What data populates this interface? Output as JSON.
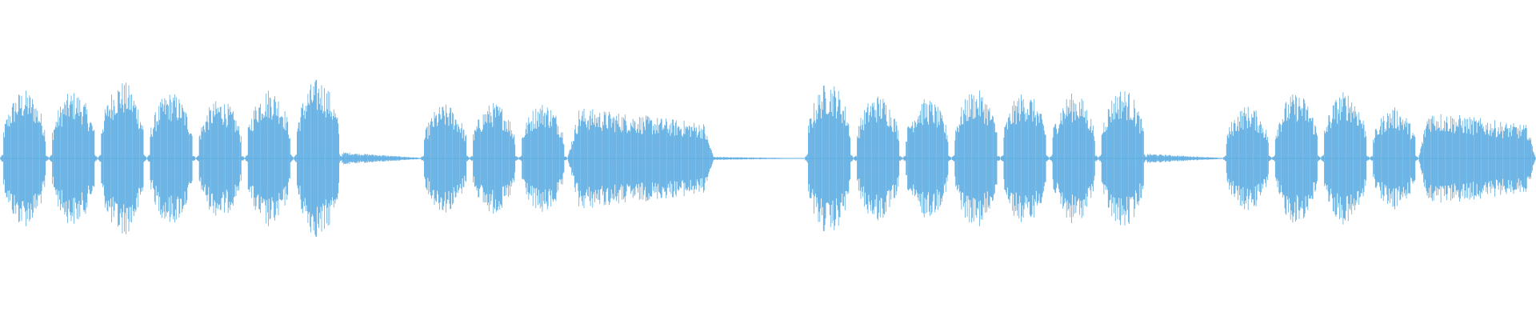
{
  "waveform": {
    "color": "#5dade2",
    "segments": [
      {
        "id": "pulse",
        "amp": 0.86,
        "shape": "pulse",
        "weight": 1
      },
      {
        "id": "pulse",
        "amp": 0.84,
        "shape": "pulse",
        "weight": 1
      },
      {
        "id": "pulse",
        "amp": 0.97,
        "shape": "pulse",
        "weight": 1
      },
      {
        "id": "pulse",
        "amp": 0.83,
        "shape": "pulse",
        "weight": 1
      },
      {
        "id": "pulse",
        "amp": 0.74,
        "shape": "pulse",
        "weight": 1
      },
      {
        "id": "pulse",
        "amp": 0.88,
        "shape": "pulse",
        "weight": 1
      },
      {
        "id": "pulse",
        "amp": 1.0,
        "shape": "pulse",
        "weight": 1
      },
      {
        "id": "tail",
        "amp": 0.08,
        "shape": "tail",
        "weight": 1.6
      },
      {
        "id": "pulse",
        "amp": 0.68,
        "shape": "pulse",
        "weight": 1
      },
      {
        "id": "pulse",
        "amp": 0.7,
        "shape": "pulse",
        "weight": 1
      },
      {
        "id": "pulse",
        "amp": 0.7,
        "shape": "pulse",
        "weight": 1
      },
      {
        "id": "long",
        "amp": 0.66,
        "shape": "long",
        "weight": 3
      },
      {
        "id": "silence",
        "amp": 0.02,
        "shape": "tail",
        "weight": 1.85
      },
      {
        "id": "pulse",
        "amp": 0.96,
        "shape": "pulse",
        "weight": 1
      },
      {
        "id": "pulse",
        "amp": 0.8,
        "shape": "pulse",
        "weight": 1
      },
      {
        "id": "pulse",
        "amp": 0.75,
        "shape": "pulse",
        "weight": 1
      },
      {
        "id": "pulse",
        "amp": 0.86,
        "shape": "pulse",
        "weight": 1
      },
      {
        "id": "pulse",
        "amp": 0.83,
        "shape": "pulse",
        "weight": 1
      },
      {
        "id": "pulse",
        "amp": 0.82,
        "shape": "pulse",
        "weight": 1
      },
      {
        "id": "pulse",
        "amp": 0.88,
        "shape": "pulse",
        "weight": 1
      },
      {
        "id": "tail",
        "amp": 0.06,
        "shape": "tail",
        "weight": 1.55
      },
      {
        "id": "pulse",
        "amp": 0.66,
        "shape": "pulse",
        "weight": 1
      },
      {
        "id": "pulse",
        "amp": 0.82,
        "shape": "pulse",
        "weight": 1
      },
      {
        "id": "pulse",
        "amp": 0.84,
        "shape": "pulse",
        "weight": 1
      },
      {
        "id": "pulse",
        "amp": 0.64,
        "shape": "pulse",
        "weight": 1
      },
      {
        "id": "long",
        "amp": 0.62,
        "shape": "long",
        "weight": 2.4
      }
    ]
  }
}
